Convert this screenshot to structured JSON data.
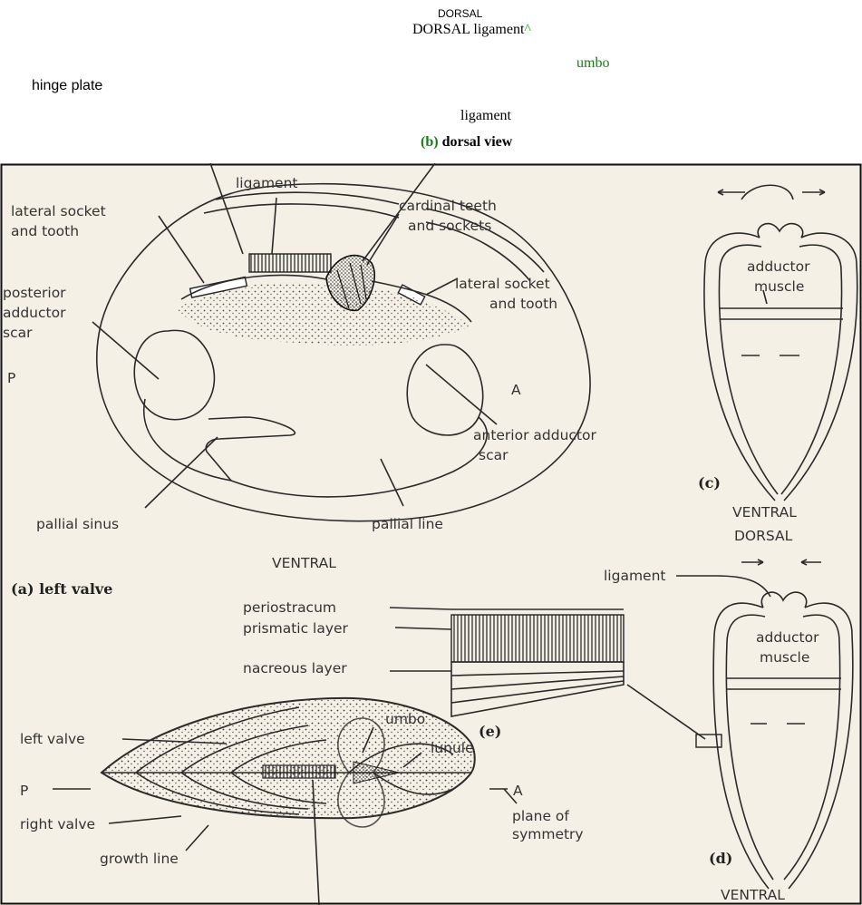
{
  "header": {
    "line1": "DORSAL",
    "line2": "DORSAL ligament",
    "line2_mark": "^",
    "umbo": "umbo",
    "hinge_plate": "hinge plate",
    "ligament": "ligament",
    "caption_letter": "(b)",
    "caption_text": " dorsal view"
  },
  "figure": {
    "a": {
      "ligament": "ligament",
      "lateral_socket_1": "lateral socket",
      "lateral_socket_1b": "and tooth",
      "cardinal_1": "cardinal teeth",
      "cardinal_2": "and sockets",
      "posterior_1": "posterior",
      "posterior_2": "adductor",
      "posterior_3": "scar",
      "lateral_socket_2": "lateral socket",
      "lateral_socket_2b": "and tooth",
      "p": "P",
      "a": "A",
      "anterior_1": "anterior adductor",
      "anterior_2": "scar",
      "pallial_sinus": "pallial sinus",
      "pallial_line": "pallial line",
      "ventral": "VENTRAL",
      "caption": "(a) left valve"
    },
    "c": {
      "adductor_1": "adductor",
      "adductor_2": "muscle",
      "caption": "(c)",
      "ventral": "VENTRAL"
    },
    "d": {
      "dorsal": "DORSAL",
      "ligament": "ligament",
      "adductor_1": "adductor",
      "adductor_2": "muscle",
      "caption": "(d)",
      "ventral": "VENTRAL"
    },
    "e": {
      "periostracum": "periostracum",
      "prismatic": "prismatic layer",
      "nacreous": "nacreous layer",
      "caption": "(e)"
    },
    "b": {
      "umbo": "umbo",
      "left_valve": "left valve",
      "lunule": "lunule",
      "p": "P",
      "a": "A",
      "plane_1": "plane of",
      "plane_2": "symmetry",
      "right_valve": "right valve",
      "growth_line": "growth line"
    }
  }
}
